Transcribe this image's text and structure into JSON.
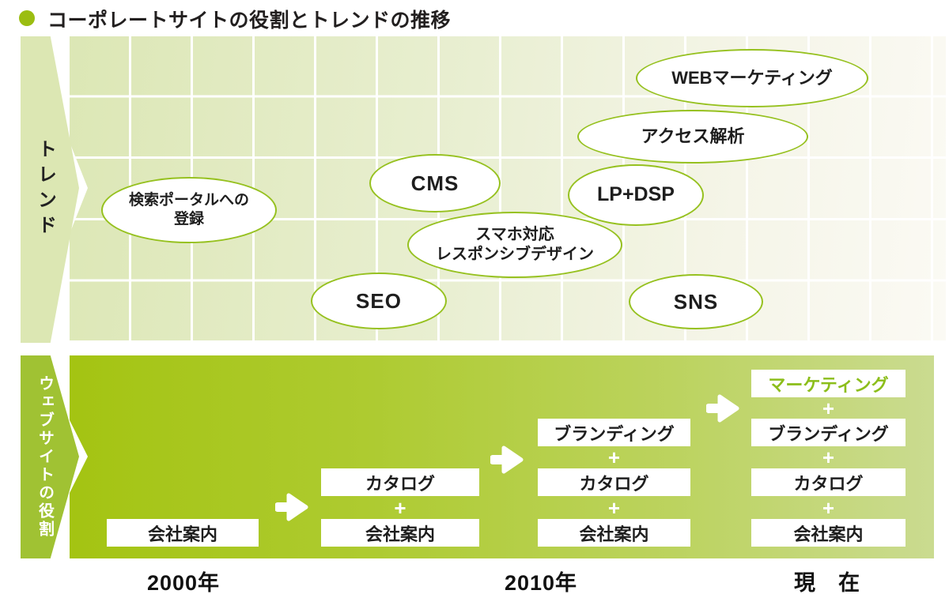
{
  "title": {
    "text": "コーポレートサイトの役割とトレンドの推移"
  },
  "colors": {
    "accent_green": "#96c11f",
    "band_green_start": "#a4c412",
    "band_green_end": "#cadb90",
    "trend_cell_green": "#dce7b5",
    "trend_label_bg": "#dce7b3",
    "role_label_bg": "#a0c233",
    "highlight_text_green": "#8cbe1b",
    "title_bullet_green": "#9bbd11",
    "box_bg": "#ffffff",
    "text_dark": "#1e1e1e"
  },
  "icons": {
    "title_bullet": "circle",
    "column_arrow": "right-arrow",
    "side_label_shape": "right-pointing-banner"
  },
  "trend_section": {
    "label": "トレンド",
    "bubbles": [
      {
        "id": "search-portal-registration",
        "label": "検索ポータルへの\n登録"
      },
      {
        "id": "cms",
        "label": "CMS"
      },
      {
        "id": "seo",
        "label": "SEO"
      },
      {
        "id": "smartphone-responsive",
        "label": "スマホ対応\nレスポンシブデザイン"
      },
      {
        "id": "lp-dsp",
        "label": "LP+DSP"
      },
      {
        "id": "access-analysis",
        "label": "アクセス解析"
      },
      {
        "id": "web-marketing",
        "label": "WEBマーケティング"
      },
      {
        "id": "sns",
        "label": "SNS"
      }
    ]
  },
  "role_section": {
    "label": "ウェブサイトの役割",
    "plus": "+",
    "columns": [
      {
        "items": [
          "会社案内"
        ]
      },
      {
        "items": [
          "カタログ",
          "会社案内"
        ]
      },
      {
        "items": [
          "ブランディング",
          "カタログ",
          "会社案内"
        ]
      },
      {
        "items": [
          "マーケティング",
          "ブランディング",
          "カタログ",
          "会社案内"
        ]
      }
    ]
  },
  "timeline": {
    "labels": [
      "2000年",
      "2010年",
      "現　在"
    ]
  }
}
